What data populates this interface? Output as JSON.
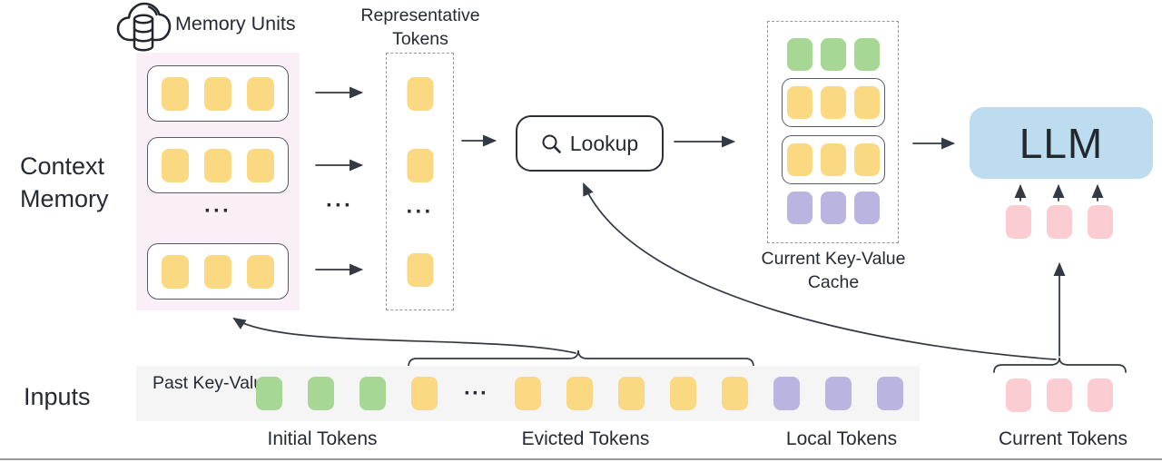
{
  "labels": {
    "context_memory": "Context Memory",
    "memory_units": "Memory Units",
    "representative_tokens": "Representative Tokens",
    "lookup": "Lookup",
    "current_kv_cache": "Current Key-Value Cache",
    "llm": "LLM",
    "inputs": "Inputs",
    "past_key_value": "Past Key-Value",
    "initial_tokens": "Initial Tokens",
    "evicted_tokens": "Evicted Tokens",
    "local_tokens": "Local Tokens",
    "current_tokens": "Current Tokens",
    "ellipsis": "···"
  },
  "colors": {
    "token_yellow": "#FBD983",
    "token_green": "#A6D794",
    "token_purple": "#BAB5E0",
    "token_pink": "#FBCDD3",
    "llm_blue": "#BEDCEF",
    "memory_bg": "#FAEFF6",
    "input_band_bg": "#F4F5F4",
    "arrow": "#343A43",
    "text": "#262B33"
  },
  "icons": {
    "cloud_database": "cloud-database-icon",
    "search": "search-icon"
  },
  "context_memory": {
    "units": [
      {
        "tokens": [
          "yellow",
          "yellow",
          "yellow"
        ]
      },
      {
        "tokens": [
          "yellow",
          "yellow",
          "yellow"
        ]
      },
      {
        "tokens": [
          "yellow",
          "yellow",
          "yellow"
        ]
      }
    ]
  },
  "representative": {
    "tokens": [
      "yellow",
      "yellow",
      "yellow"
    ]
  },
  "cache": {
    "rows": [
      {
        "style": "plain",
        "tokens": [
          "green",
          "green",
          "green"
        ]
      },
      {
        "style": "boxed",
        "tokens": [
          "yellow",
          "yellow",
          "yellow"
        ]
      },
      {
        "style": "boxed",
        "tokens": [
          "yellow",
          "yellow",
          "yellow"
        ]
      },
      {
        "style": "plain",
        "tokens": [
          "purple",
          "purple",
          "purple"
        ]
      }
    ]
  },
  "inputs_row": {
    "sequence": [
      "green",
      "green",
      "green",
      "yellow",
      "ellipsis",
      "yellow",
      "yellow",
      "yellow",
      "yellow",
      "yellow",
      "purple",
      "purple",
      "purple"
    ]
  },
  "current": {
    "tokens": [
      "pink",
      "pink",
      "pink"
    ]
  }
}
